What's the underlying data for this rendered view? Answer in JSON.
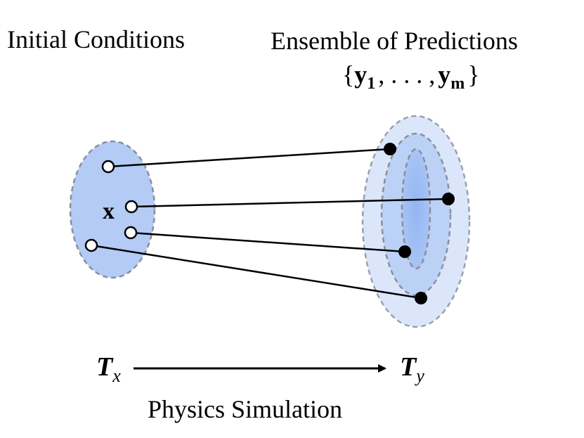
{
  "titles": {
    "left": "Initial Conditions",
    "right": "Ensemble of Predictions",
    "set_open": "{",
    "set_first": "y",
    "set_first_sub": "1",
    "set_sep": ", . . . ,",
    "set_last": "y",
    "set_last_sub": "m",
    "set_close": "}"
  },
  "input_point_label": "x",
  "time_axis": {
    "start_var": "T",
    "start_sub": "x",
    "end_var": "T",
    "end_sub": "y",
    "caption": "Physics Simulation"
  },
  "colors": {
    "input_region": "#b3cbf5",
    "outer_ring": "#dbe6fb",
    "middle_ring": "#bcd1f6",
    "inner_ring": "#a8c4f5",
    "dashed_stroke": "#8a8f9a",
    "line": "#000000"
  }
}
